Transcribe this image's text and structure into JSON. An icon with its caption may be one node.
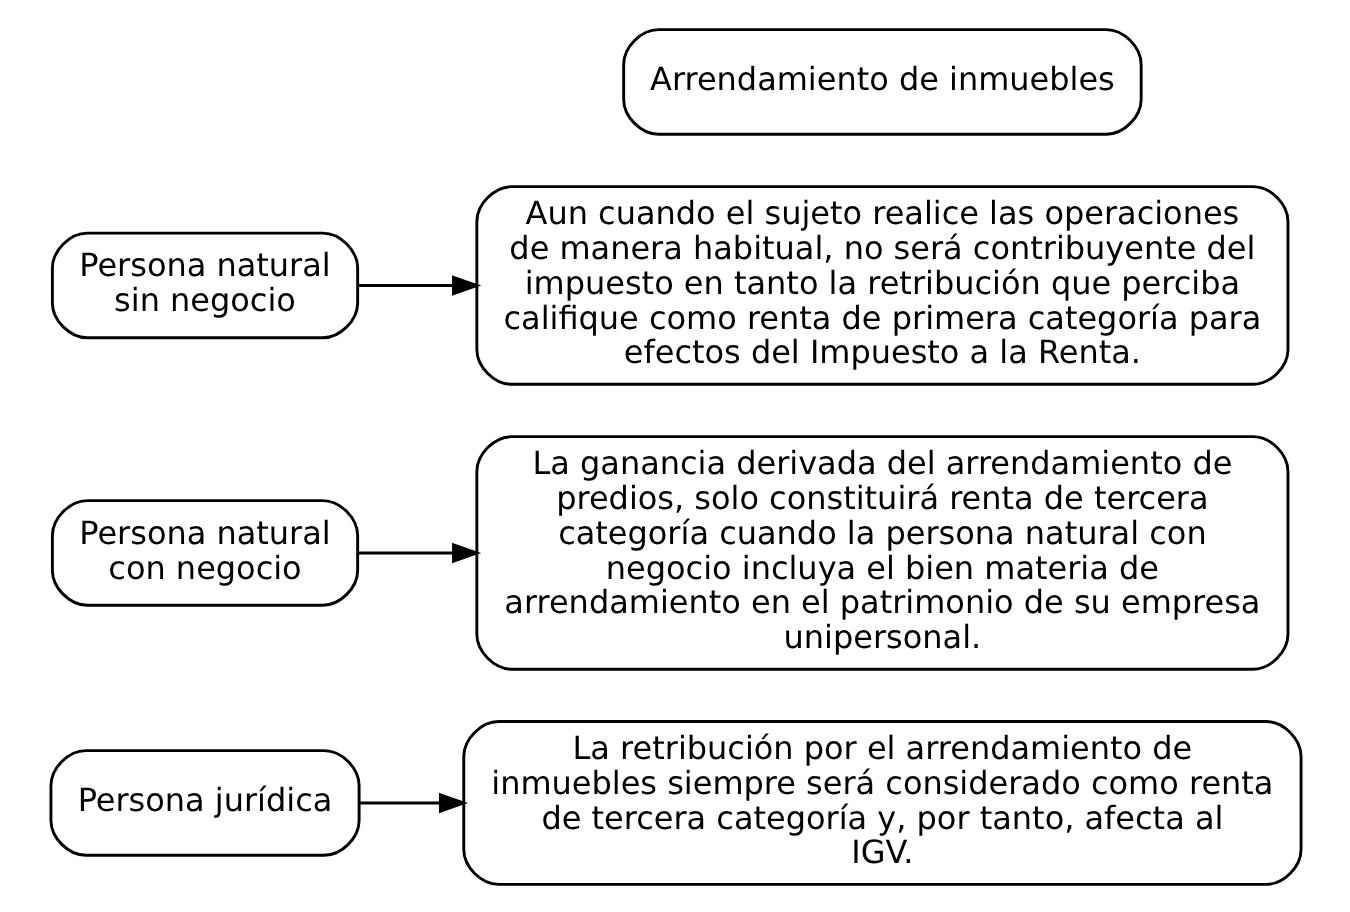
{
  "diagram": {
    "nodes": [
      {
        "text": [
          "Arrendamiento de inmuebles"
        ]
      },
      {
        "text": [
          "Persona natural sin negocio"
        ]
      },
      {
        "text": [
          "Aun cuando el sujeto realice las operaciones de manera habitual, no será contribuyente del impuesto en tanto la retribución que perciba califique como renta de primera categoría para efectos del Impuesto a la Renta."
        ]
      },
      {
        "text": [
          "Persona natural con negocio"
        ]
      },
      {
        "text": [
          "La ganancia derivada del arrendamiento de predios, solo constituirá renta de tercera categoría cuando la persona natural con negocio incluya el bien materia de arrendamiento en el patrimonio de su empresa unipersonal."
        ]
      },
      {
        "text": [
          "Persona jurídica"
        ]
      },
      {
        "text": [
          "La retribución por el arrendamiento de inmuebles siempre será considerado como renta de tercera categoría y, por tanto, afecta al IGV."
        ]
      }
    ],
    "edges": [
      {
        "from": 1,
        "to": 2,
        "arrow": "to"
      },
      {
        "from": 3,
        "to": 4,
        "arrow": "to"
      },
      {
        "from": 5,
        "to": 6,
        "arrow": "to"
      }
    ]
  }
}
